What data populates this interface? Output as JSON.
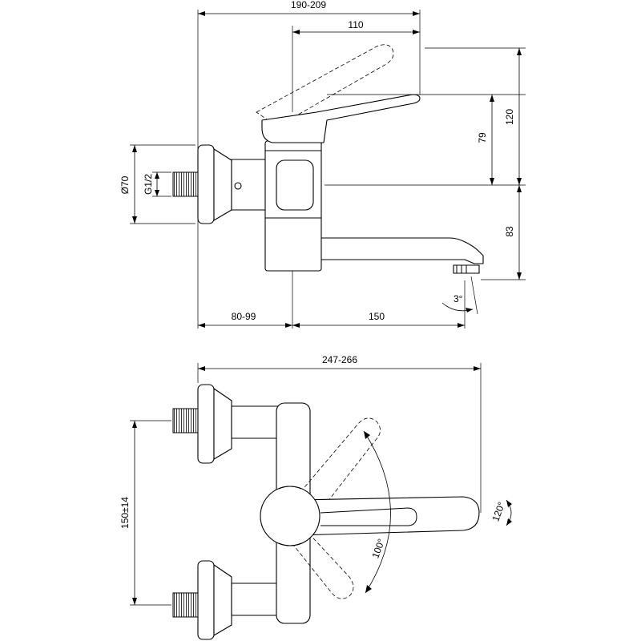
{
  "side_view": {
    "dimensions": {
      "overall_depth": "190-209",
      "lever_reach": "110",
      "height_upper": "120",
      "height_lever": "79",
      "height_lower": "83",
      "flange_diameter": "Ø70",
      "thread": "G1/2",
      "wall_offset": "80-99",
      "spout_reach": "150",
      "spout_angle": "3°"
    }
  },
  "top_view": {
    "dimensions": {
      "overall_width": "247-266",
      "connection_spacing": "150±14",
      "lever_swing": "100°",
      "spout_swivel": "120°"
    }
  }
}
